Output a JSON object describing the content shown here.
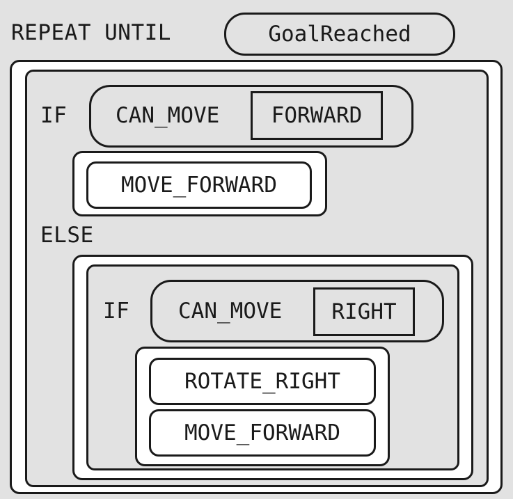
{
  "loop": {
    "keyword": "REPEAT UNTIL",
    "condition": "GoalReached"
  },
  "outer_if": {
    "keyword": "IF",
    "condition_name": "CAN_MOVE",
    "condition_arg": "FORWARD",
    "then_block": "MOVE_FORWARD",
    "else_keyword": "ELSE"
  },
  "inner_if": {
    "keyword": "IF",
    "condition_name": "CAN_MOVE",
    "condition_arg": "RIGHT",
    "then_blocks": [
      "ROTATE_RIGHT",
      "MOVE_FORWARD"
    ]
  }
}
